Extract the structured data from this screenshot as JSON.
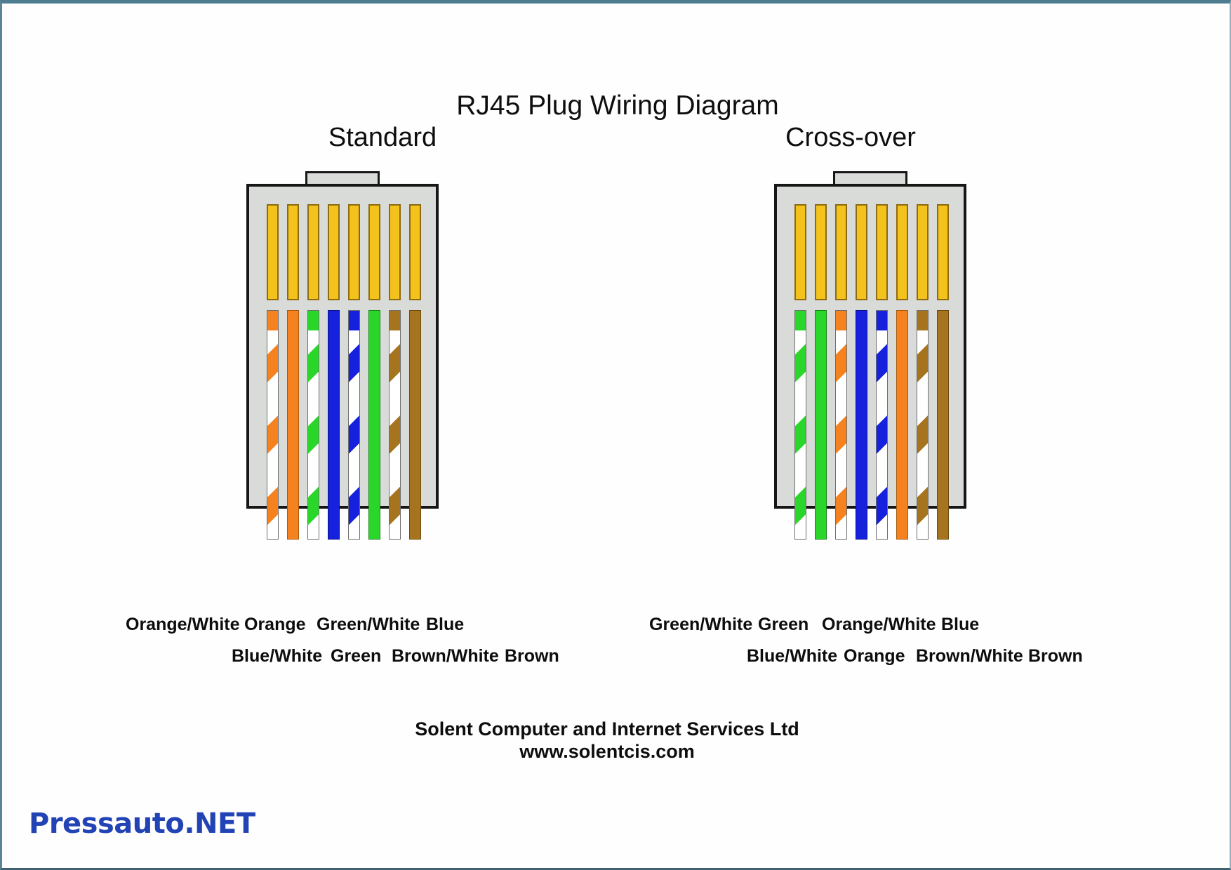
{
  "page": {
    "title": "RJ45 Plug Wiring Diagram",
    "footer_line1": "Solent Computer and Internet Services Ltd",
    "footer_line2": "www.solentcis.com",
    "watermark": "Pressauto.NET"
  },
  "colors": {
    "pin_gold": "#f3c21d",
    "orange": "#f5821e",
    "green": "#2bd62b",
    "blue": "#1521dc",
    "brown": "#a6731e",
    "plug_body_gray": "#d9dbd9",
    "frame_teal": "#4d7d8e",
    "watermark_blue": "#2243b5"
  },
  "plugs": [
    {
      "label": "Standard",
      "pin_count": 8,
      "wires": [
        "orange-white",
        "orange",
        "green-white",
        "blue",
        "blue-white",
        "green",
        "brown-white",
        "brown"
      ],
      "label_rows": [
        [
          "Orange/White",
          "Orange",
          "Green/White",
          "Blue"
        ],
        [
          "Blue/White",
          "Green",
          "Brown/White",
          "Brown"
        ]
      ]
    },
    {
      "label": "Cross-over",
      "pin_count": 8,
      "wires": [
        "green-white",
        "green",
        "orange-white",
        "blue",
        "blue-white",
        "orange",
        "brown-white",
        "brown"
      ],
      "label_rows": [
        [
          "Green/White",
          "Green",
          "Orange/White",
          "Blue"
        ],
        [
          "Blue/White",
          "Orange",
          "Brown/White",
          "Brown"
        ]
      ]
    }
  ]
}
